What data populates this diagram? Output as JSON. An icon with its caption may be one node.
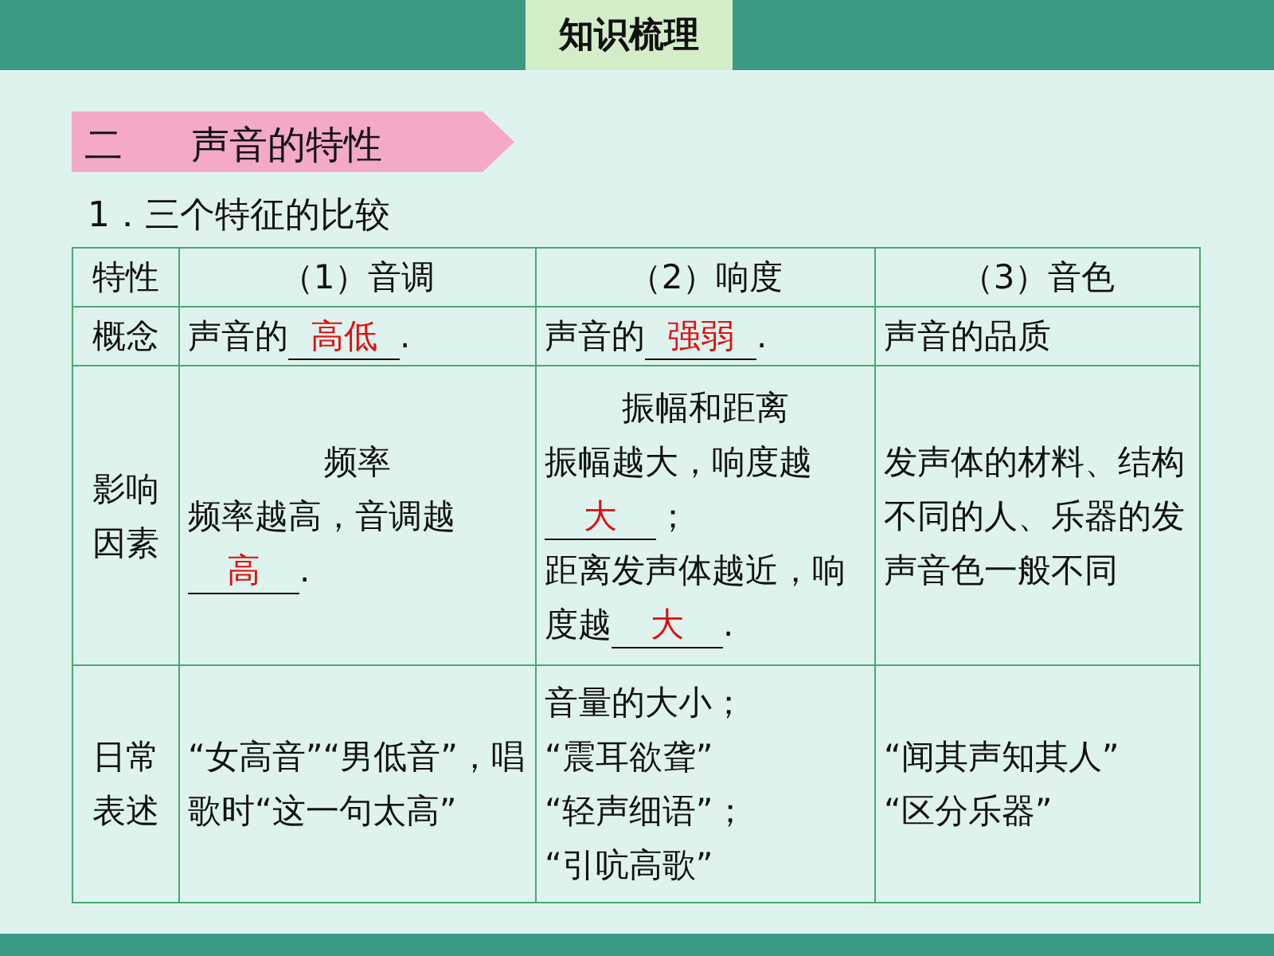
{
  "diagram": {
    "title": "知识梳理",
    "labels": [
      "二",
      "声音的特性",
      "1．三个特征的比较",
      "特性",
      "（1）音调",
      "（2）响度",
      "（3）音色",
      "概念",
      "声音的**高低**.",
      "声音的**强弱**.",
      "声音的品质",
      "影响因素",
      "频率",
      "频率越高，音调越**高**.",
      "振幅和距离",
      "振幅越大，响度越**大**；",
      "距离发声体越近，响度越**大**.",
      "发声体的材料、结构",
      "不同的人、乐器的发声音色一般不同",
      "日常表述",
      "“女高音”“男低音”，唱歌时“这一句太高”",
      "音量的大小；",
      "“震耳欲聋”",
      "“轻声细语”；",
      "“引吭高歌”",
      "“闻其声知其人”",
      "“区分乐器”"
    ]
  }
}
